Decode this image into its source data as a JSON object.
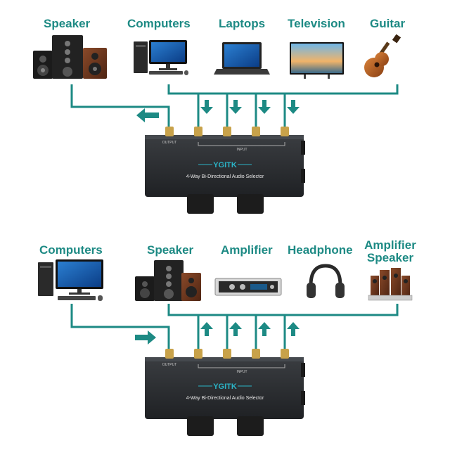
{
  "top": {
    "output_device": "Speaker",
    "input_devices": [
      "Computers",
      "Laptops",
      "Television",
      "Guitar"
    ],
    "box": {
      "brand": "YGITK",
      "subtitle": "4-Way Bi-Directional Audio Selector",
      "output_port": "OUTPUT",
      "input_ports": "INPUT"
    }
  },
  "bottom": {
    "input_device": "Computers",
    "output_devices": [
      "Speaker",
      "Amplifier",
      "Headphone",
      "Amplifier Speaker"
    ],
    "box": {
      "brand": "YGITK",
      "subtitle": "4-Way Bi-Directional Audio Selector",
      "output_port": "OUTPUT",
      "input_ports": "INPUT"
    }
  },
  "colors": {
    "accent": "#1d8a84",
    "box_body": "#2a2d30",
    "brand_text": "#2bb3c6",
    "connector": "#c8a24a"
  }
}
